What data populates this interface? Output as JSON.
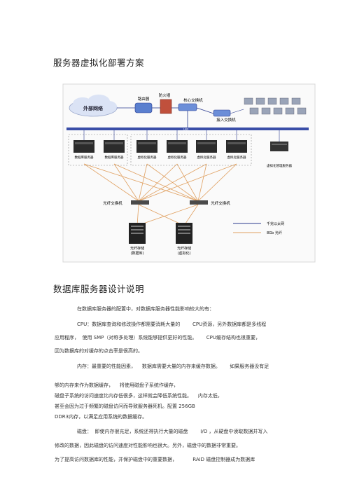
{
  "section1": {
    "title": "服务器虚拟化部署方案"
  },
  "diagram": {
    "cloud_label": "外部网络",
    "router_label": "路由器",
    "firewall_label": "防火墙",
    "core_switch_label": "核心交换机",
    "access_switch_label": "接入交换机",
    "lan_label": "LAN",
    "db_servers": [
      "数据库服务器",
      "数据库服务器"
    ],
    "virt_servers": [
      "虚拟化服务器",
      "虚拟化服务器",
      "虚拟化服务器",
      "虚拟化服务器"
    ],
    "mgmt_server": "虚拟化管理服务器",
    "fc_switches": [
      "光纤交换机",
      "光纤交换机"
    ],
    "storage_db": [
      "光纤存储",
      "(数据库)"
    ],
    "storage_virt": [
      "光纤存储",
      "(虚拟化)"
    ],
    "legend": {
      "gigabit": "千兆以太网",
      "fiber": "8Gb 光纤"
    },
    "colors": {
      "ethernet": "#2a3b8f",
      "fiber": "#e0a060",
      "lan_bar": "#3a4ea8"
    }
  },
  "section2": {
    "title": "数据库服务器设计说明",
    "lines": [
      "在数据库服务器的配置中，对数据库服务器性能影响较大的有：",
      "CPU：数据库查询和修改操作都需要消耗大量的        CPU资源，另外数据库都是多线程",
      "应用程序，  使用 SMP（对称多处理）系统能够提供更好的性能。      CPU缓存结构也很重要，",
      "因为数据库的对缓存的点击率是很高的。",
      "内存：最重要的性能因素，    数据库需要大量的内存来缓存数据。      如果服务器没有足",
      "够的内存来作为数据缓存，    将使用磁盘子系统作缓存，",
      "磁盘子系统的访问速度比内存低很多，这样就会降低系统性能。    内存太低，",
      "甚至会因为过于频繁的磁盘访问而导致服务器死机。配置 256GB",
      "DDR3内存，以满足应用系统的数据缓存。",
      "磁盘：  即使内存很充足，系统还得执行大量的磁盘        I/O ，从硬盘中读取数据并写入",
      "修改的数据，因此磁盘的访问速度对性能影响也很大。另外，磁盘中的数据非常重要。",
      "为了提高访问数据库的性能，并保护磁盘中的重要数据，          RAID 磁盘控制器成为数据库"
    ]
  }
}
